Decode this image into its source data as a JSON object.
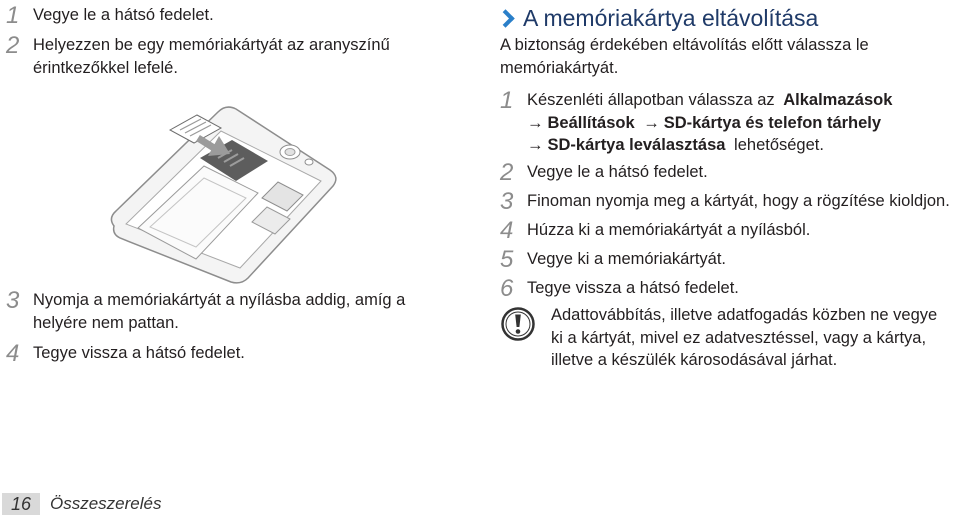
{
  "left_steps": [
    {
      "num": "1",
      "lines": [
        "Vegye le a hátsó fedelet."
      ]
    },
    {
      "num": "2",
      "lines": [
        "Helyezzen be egy memóriakártyát az aranyszínű",
        "érintkezőkkel lefelé."
      ]
    },
    {
      "num": "3",
      "lines": [
        "Nyomja a memóriakártyát a nyílásba addig, amíg a",
        "helyére nem pattan."
      ]
    },
    {
      "num": "4",
      "lines": [
        "Tegye vissza a hátsó fedelet."
      ]
    }
  ],
  "removal": {
    "heading_icon": "chevron-right-icon",
    "heading": "A memóriakártya eltávolítása",
    "intro_lines": [
      "A biztonság érdekében eltávolítás előtt válassza le",
      "memóriakártyát."
    ],
    "step1": {
      "num": "1",
      "prefix": "Készenléti állapotban válassza az",
      "menu": [
        "Alkalmazások",
        "Beállítások",
        "SD-kártya és telefon tárhely",
        "SD-kártya leválasztása"
      ],
      "arrow": "→",
      "suffix": "lehetőséget."
    },
    "steps": [
      {
        "num": "2",
        "text": "Vegye le a hátsó fedelet."
      },
      {
        "num": "3",
        "text": "Finoman nyomja meg a kártyát, hogy a rögzítése kioldjon."
      },
      {
        "num": "4",
        "text": "Húzza ki a memóriakártyát a nyílásból."
      },
      {
        "num": "5",
        "text": "Vegye ki a memóriakártyát."
      },
      {
        "num": "6",
        "text": "Tegye vissza a hátsó fedelet."
      }
    ],
    "warning": {
      "icon": "warning-icon",
      "lines": [
        "Adattovábbítás, illetve adatfogadás közben ne vegye",
        "ki a kártyát, mivel ez adatvesztéssel, vagy a kártya,",
        "illetve a készülék károsodásával járhat."
      ]
    }
  },
  "illustration": {
    "icon": "phone-back-memory-card-insert-illustration"
  },
  "footer": {
    "page_number": "16",
    "section": "Összeszerelés"
  },
  "colors": {
    "accent": "#2a7fc9",
    "heading": "#1f3a68",
    "text": "#231f20",
    "step_number": "#8c8c8c"
  }
}
